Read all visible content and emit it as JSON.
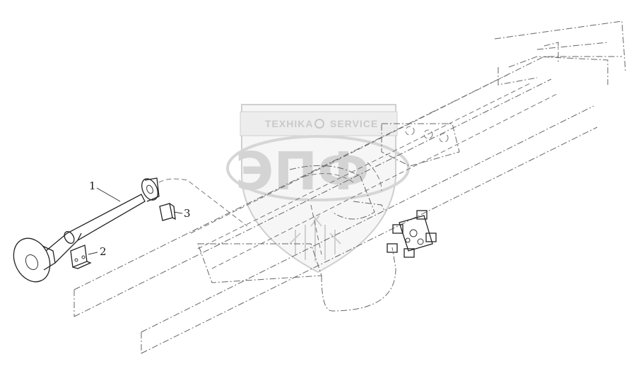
{
  "watermark": {
    "left_word": "TEXHIKA",
    "right_word": "SERVICE",
    "big_letters": "ЭПФ"
  },
  "callouts": [
    {
      "number": "1"
    },
    {
      "number": "2"
    },
    {
      "number": "3"
    }
  ],
  "colors": {
    "line": "#222222",
    "phantom": "#666666",
    "watermark": "#cccccc"
  }
}
